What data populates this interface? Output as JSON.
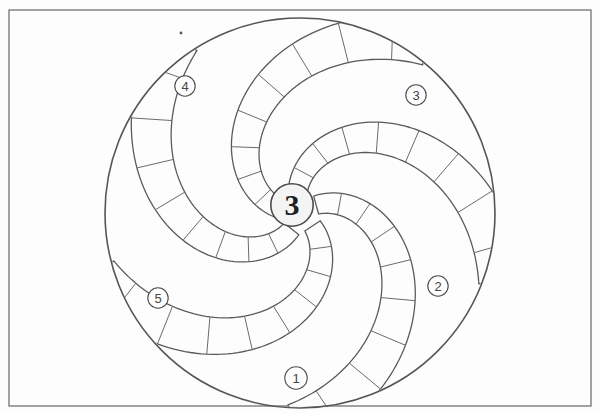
{
  "diagram": {
    "nodes": [
      {
        "text": [
          "4"
        ]
      },
      {
        "text": [
          "3"
        ]
      },
      {
        "text": [
          "3"
        ]
      },
      {
        "text": [
          "2"
        ]
      },
      {
        "text": [
          "5"
        ]
      },
      {
        "text": [
          "1"
        ]
      }
    ]
  }
}
